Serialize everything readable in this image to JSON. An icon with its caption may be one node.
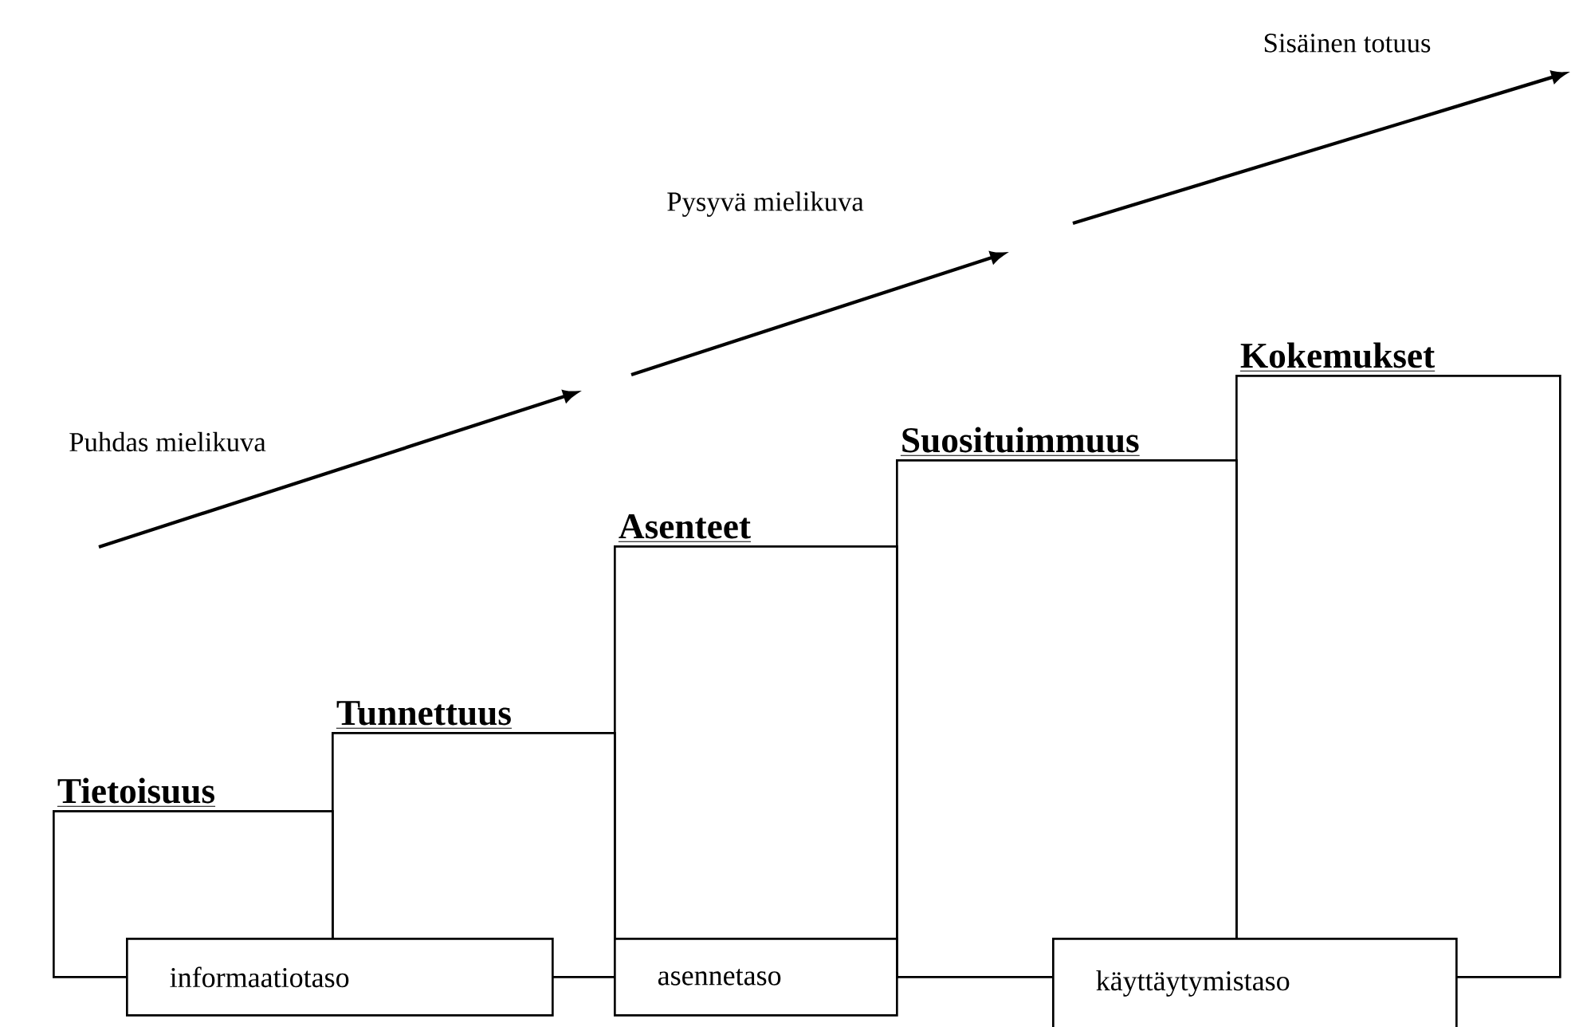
{
  "diagram": {
    "nodes": [
      {
        "text": [
          "Tietoisuus"
        ]
      },
      {
        "text": [
          "Tunnettuus"
        ]
      },
      {
        "text": [
          "Asenteet"
        ]
      },
      {
        "text": [
          "Suosituimmuus"
        ]
      },
      {
        "text": [
          "Kokemukset"
        ]
      },
      {
        "text": [
          "informaatiotaso"
        ]
      },
      {
        "text": [
          "asennetaso"
        ]
      },
      {
        "text": [
          "käyttäytymistaso"
        ]
      }
    ],
    "labels": [
      "Puhdas mielikuva",
      "Pysyvä mielikuva",
      "Sisäinen totuus"
    ]
  }
}
